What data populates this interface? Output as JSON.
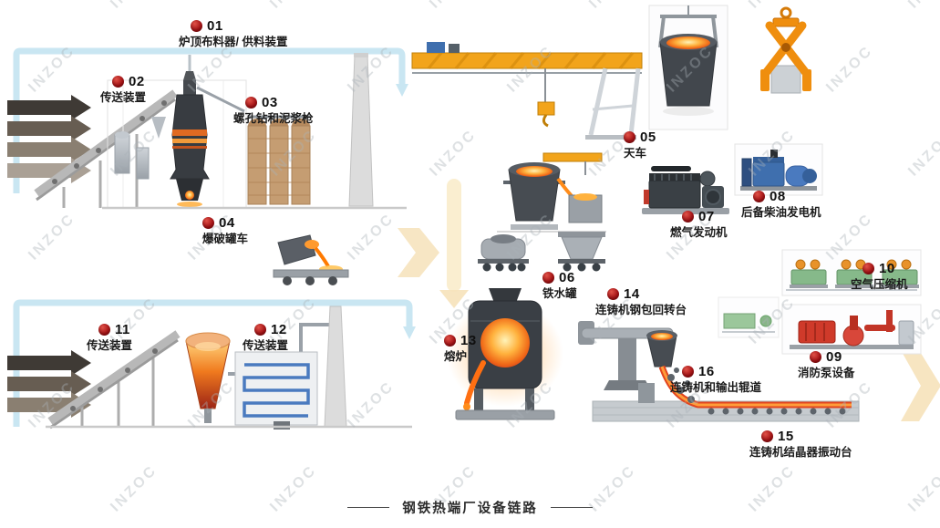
{
  "watermark": "INZOC",
  "footer_title": "钢铁热端厂设备链路",
  "marker_color": "#a31114",
  "items": [
    {
      "num": "01",
      "label": "炉顶布料器/ 供料装置"
    },
    {
      "num": "02",
      "label": "传送装置"
    },
    {
      "num": "03",
      "label": "螺孔钻和泥浆枪"
    },
    {
      "num": "04",
      "label": "爆破罐车"
    },
    {
      "num": "05",
      "label": "天车"
    },
    {
      "num": "06",
      "label": "铁水罐"
    },
    {
      "num": "07",
      "label": "燃气发动机"
    },
    {
      "num": "08",
      "label": "后备柴油发电机"
    },
    {
      "num": "09",
      "label": "消防泵设备"
    },
    {
      "num": "10",
      "label": "空气压缩机"
    },
    {
      "num": "11",
      "label": "传送装置"
    },
    {
      "num": "12",
      "label": "传送装置"
    },
    {
      "num": "13",
      "label": "熔炉"
    },
    {
      "num": "14",
      "label": "连铸机钢包回转台"
    },
    {
      "num": "15",
      "label": "连铸机结晶器振动台"
    },
    {
      "num": "16",
      "label": "连铸机和输出辊道"
    }
  ]
}
